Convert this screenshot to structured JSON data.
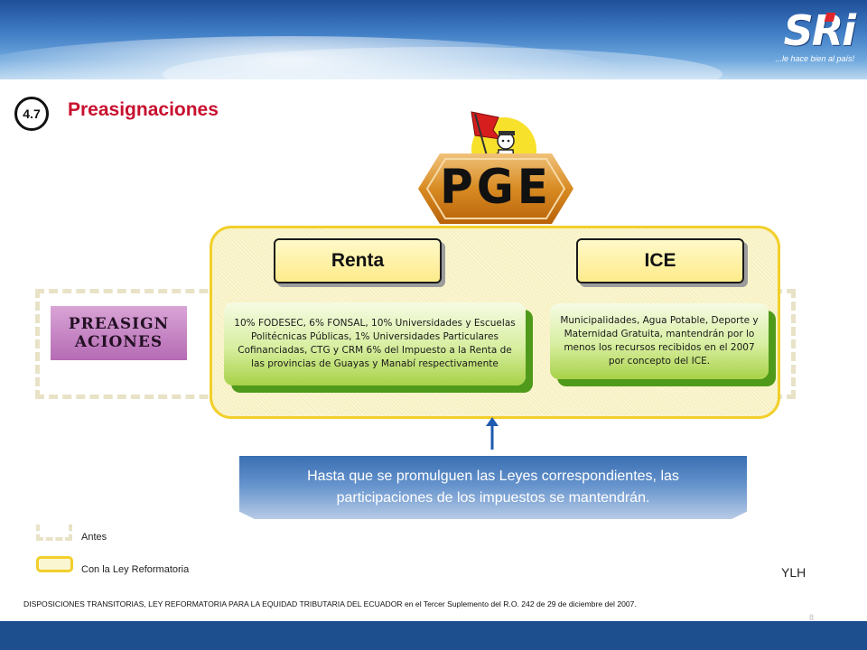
{
  "header": {
    "logo_text": "SRi",
    "logo_tagline": "...le hace bien al país!"
  },
  "section": {
    "number": "4.7",
    "title": "Preasignaciones"
  },
  "badge": {
    "text": "PGE"
  },
  "columns": {
    "renta": {
      "label": "Renta",
      "detail": "10% FODESEC, 6% FONSAL, 10% Universidades y Escuelas Politécnicas Públicas, 1% Universidades Particulares Cofinanciadas, CTG y CRM 6% del Impuesto a la Renta de las provincias de Guayas y Manabí respectivamente"
    },
    "ice": {
      "label": "ICE",
      "detail": "Municipalidades, Agua Potable, Deporte y Maternidad Gratuita, mantendrán por lo menos los recursos recibidos en el 2007 por concepto del ICE."
    }
  },
  "side_label": "PREASIGN ACIONES",
  "callout": "Hasta que se promulguen las Leyes correspondientes, las participaciones de los impuestos se mantendrán.",
  "legend": {
    "before": "Antes",
    "after": "Con la Ley Reformatoria"
  },
  "author": "YLH",
  "footnote": "DISPOSICIONES TRANSITORIAS, LEY REFORMATORIA PARA LA EQUIDAD TRIBUTARIA DEL ECUADOR en el Tercer Suplemento del R.O. 242 de 29 de diciembre del 2007.",
  "page_number": "8",
  "colors": {
    "title_red": "#c8102e",
    "banner_blue": "#1d4f8f",
    "reform_yellow": "#f2cf2a",
    "box_green": "#4f9a1a",
    "label_purple": "#b56bb4"
  }
}
